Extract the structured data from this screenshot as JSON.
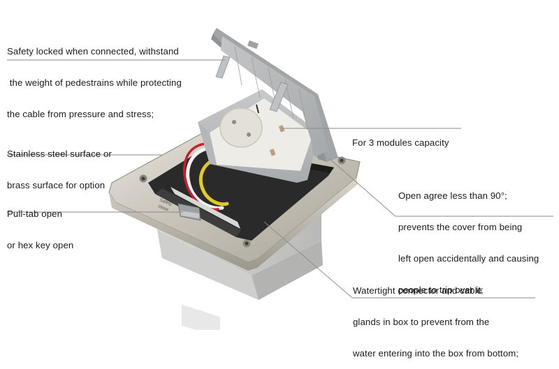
{
  "diagram": {
    "subject": "Floor socket box with flip-up lid",
    "pull_tab_label": [
      "Safety",
      "close"
    ],
    "colors": {
      "text": "#1a1a1a",
      "leader_line": "#8a8a8a",
      "steel_frame": "#c9c5bc",
      "lid_grey": "#b8babb",
      "socket_white": "#eeece6",
      "box_grey": "#d4d4d2",
      "wire_red": "#c8202a",
      "wire_yellow": "#e3c82a",
      "wire_white": "#f2f2f2"
    }
  },
  "callouts": [
    {
      "id": "safety-lock",
      "lines": [
        "Safety locked when connected, withstand",
        " the weight of pedestrains while protecting",
        "the cable from pressure and stress;"
      ]
    },
    {
      "id": "surface",
      "lines": [
        "Stainless steel surface or",
        "brass surface for option"
      ]
    },
    {
      "id": "pull-tab",
      "lines": [
        "Pull-tab open",
        "or hex key open"
      ]
    },
    {
      "id": "modules",
      "lines": [
        "For 3 modules capacity"
      ]
    },
    {
      "id": "open-angle",
      "lines": [
        "Open agree less than 90°;",
        "prevents the cover from being",
        "left open accidentally and causing",
        "people to trip over it;"
      ]
    },
    {
      "id": "watertight",
      "lines": [
        "Watertight connector and cable",
        "glands in box to prevent from the",
        "water entering into the box from bottom;"
      ]
    }
  ]
}
